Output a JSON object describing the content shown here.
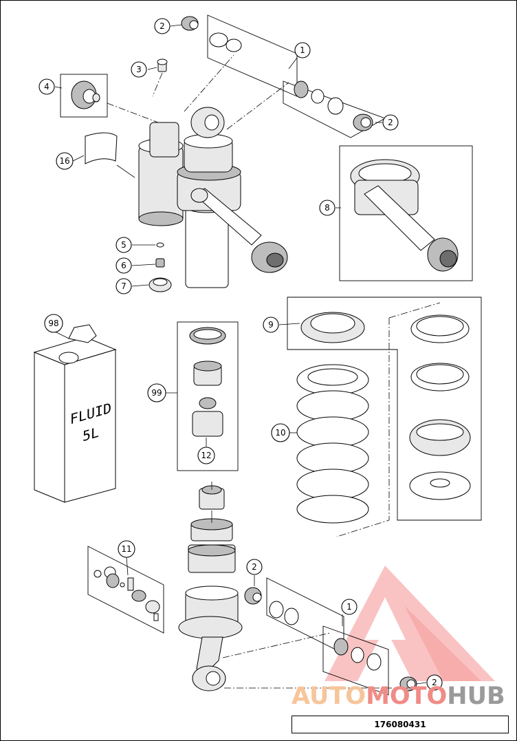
{
  "diagram": {
    "callouts": [
      {
        "id": "c2a",
        "label": "2"
      },
      {
        "id": "c1a",
        "label": "1"
      },
      {
        "id": "c3",
        "label": "3"
      },
      {
        "id": "c4",
        "label": "4"
      },
      {
        "id": "c2b",
        "label": "2"
      },
      {
        "id": "c16",
        "label": "16"
      },
      {
        "id": "c8",
        "label": "8"
      },
      {
        "id": "c5",
        "label": "5"
      },
      {
        "id": "c6",
        "label": "6"
      },
      {
        "id": "c7",
        "label": "7"
      },
      {
        "id": "c98",
        "label": "98"
      },
      {
        "id": "c9",
        "label": "9"
      },
      {
        "id": "c99",
        "label": "99"
      },
      {
        "id": "c10",
        "label": "10"
      },
      {
        "id": "c12",
        "label": "12"
      },
      {
        "id": "c11",
        "label": "11"
      },
      {
        "id": "c2c",
        "label": "2"
      },
      {
        "id": "c1b",
        "label": "1"
      },
      {
        "id": "c2d",
        "label": "2"
      }
    ],
    "fluid_can": {
      "line1": "FLUID",
      "line2": "5L"
    }
  },
  "watermark": {
    "part1": "AUTO",
    "part2": "MOTO",
    "part3": "HUB",
    "colors": {
      "auto": "#f7c59a",
      "moto": "#f08b86",
      "hub": "#9a9a9a",
      "triangle": "#f26d6d"
    }
  },
  "footer": {
    "doc_number": "176080431"
  }
}
